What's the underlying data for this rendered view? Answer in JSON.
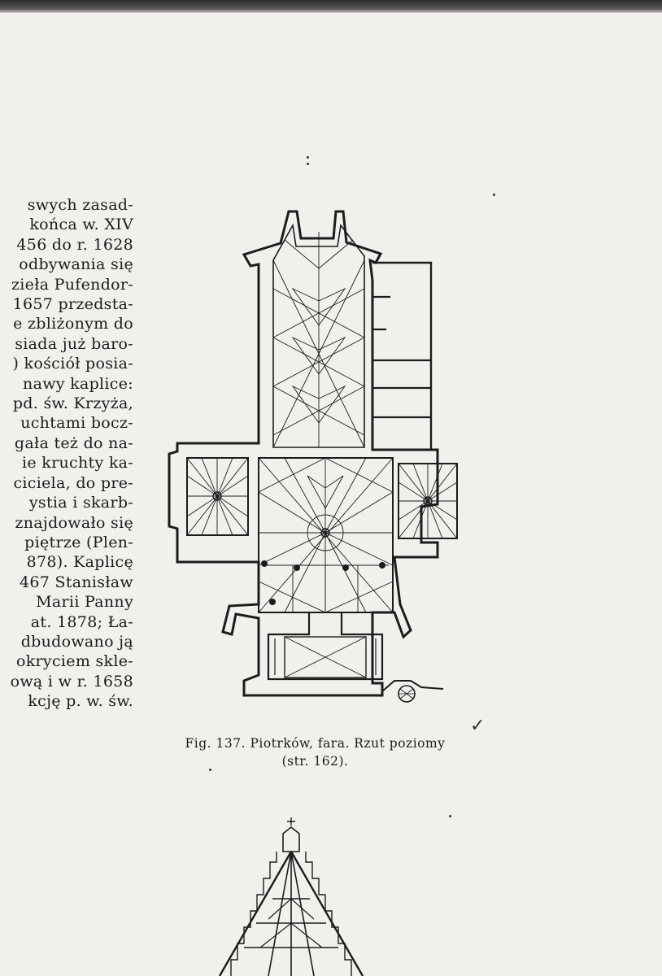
{
  "page": {
    "background": "#f1f0ec",
    "ink": "#1c1c1c"
  },
  "text_column": {
    "lines": [
      "swych zasad-",
      "końca w. XIV",
      "456 do r. 1628",
      "odbywania się",
      "zieła Pufendor-",
      "1657 przedsta-",
      "e zbliżonym do",
      "siada już baro-",
      ") kościół posia-",
      "nawy kaplice:",
      "pd. św. Krzyża,",
      "uchtami bocz-",
      "gała też do na-",
      "ie kruchty ka-",
      "ciciela, do pre-",
      "ystia i skarb-",
      "znajdowało się",
      "piętrze (Plen-",
      "878). Kaplicę",
      "467 Stanisław",
      "Marii Panny",
      "at. 1878; Ła-",
      "dbudowano ją",
      "okryciem skle-",
      "ową i w r. 1658",
      "kcję p. w. św."
    ]
  },
  "figure": {
    "caption_line1": "Fig. 137. Piotrków, fara. Rzut poziomy",
    "caption_line2": "(str. 162)."
  }
}
